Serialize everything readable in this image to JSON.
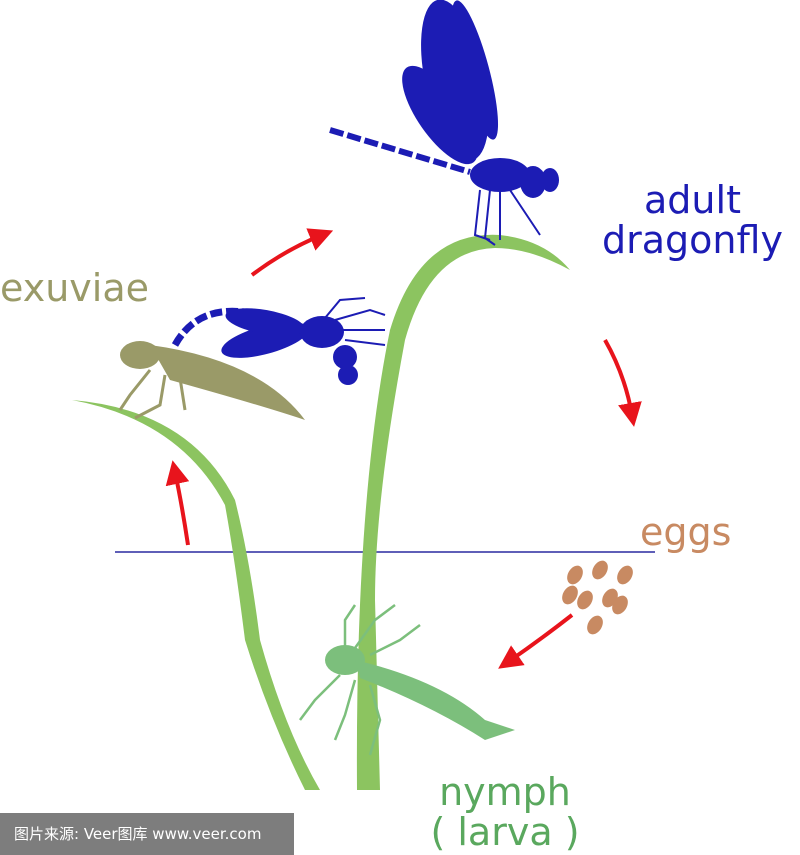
{
  "labels": {
    "adult": [
      "adult",
      "dragonfly"
    ],
    "exuviae": "exuviae",
    "eggs": "eggs",
    "nymph": [
      "nymph",
      "( larva )"
    ]
  },
  "watermark": "图片来源: Veer图库 www.veer.com",
  "colors": {
    "adult": "#1c1cb4",
    "exuviae": "#9a9a68",
    "eggs": "#c88a62",
    "nymph": "#5aa85e",
    "stem": "#8cc460",
    "arrow": "#e8141c",
    "water_line": "#2a2aa0"
  }
}
